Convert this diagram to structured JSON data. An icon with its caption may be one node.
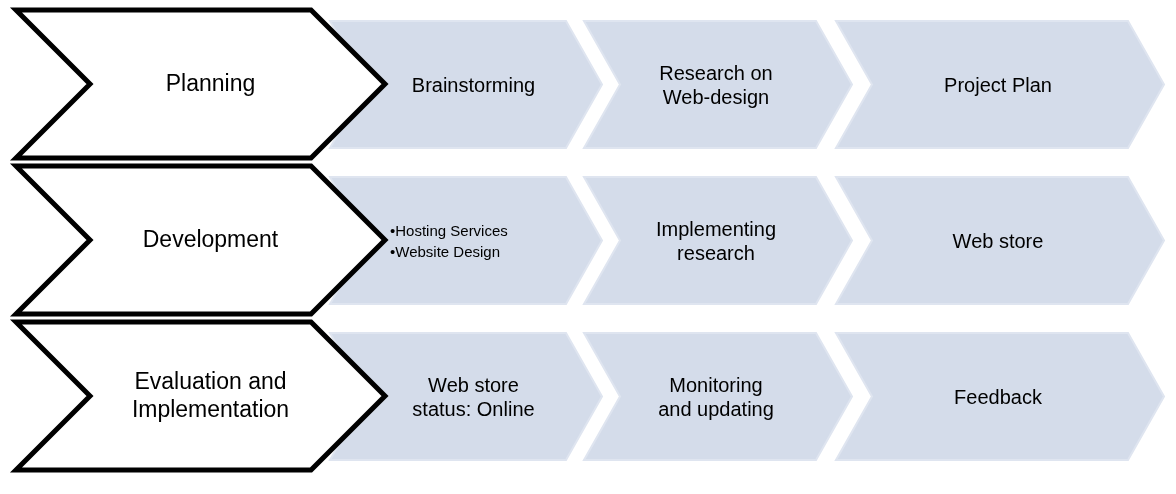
{
  "diagram": {
    "nodes": [
      {
        "text": [
          "Planning"
        ]
      },
      {
        "text": [
          "Brainstorming"
        ]
      },
      {
        "text": [
          "Research on Web-design"
        ]
      },
      {
        "text": [
          "Project Plan"
        ]
      },
      {
        "text": [
          "Development"
        ]
      },
      {
        "text": [
          "•Hosting Services",
          "•Website Design"
        ]
      },
      {
        "text": [
          "Implementing research"
        ]
      },
      {
        "text": [
          "Web store"
        ]
      },
      {
        "text": [
          "Evaluation and Implementation"
        ]
      },
      {
        "text": [
          "Web store status: Online"
        ]
      },
      {
        "text": [
          "Monitoring and updating"
        ]
      },
      {
        "text": [
          "Feedback"
        ]
      }
    ]
  }
}
